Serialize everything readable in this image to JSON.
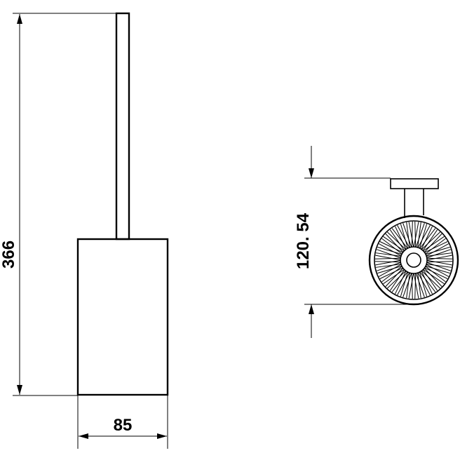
{
  "dimensions": {
    "height_label": "366",
    "width_label": "85",
    "holder_height_label": "120. 54"
  },
  "colors": {
    "stroke": "#000000",
    "background": "#ffffff"
  }
}
